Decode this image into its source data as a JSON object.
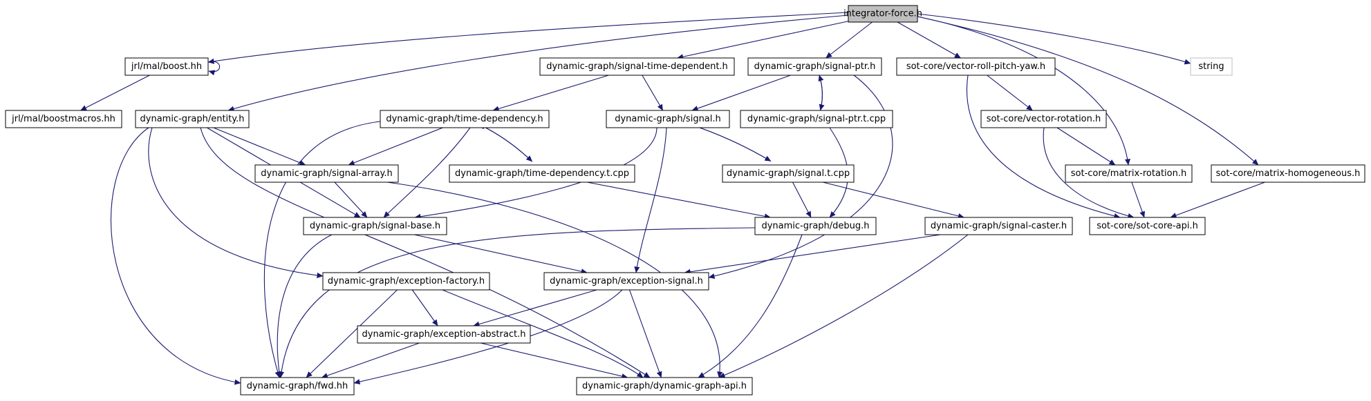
{
  "graph": {
    "edge_color": "#191970",
    "root_fill": "#bfbfbf",
    "nodes": [
      {
        "id": "integrator-force",
        "label": "integrator-force.h",
        "role": "root"
      },
      {
        "id": "jrl-boost",
        "label": "jrl/mal/boost.hh"
      },
      {
        "id": "jrl-boostmacros",
        "label": "jrl/mal/boostmacros.hh"
      },
      {
        "id": "entity",
        "label": "dynamic-graph/entity.h"
      },
      {
        "id": "signal-time-dependent",
        "label": "dynamic-graph/signal-time-dependent.h"
      },
      {
        "id": "signal-ptr",
        "label": "dynamic-graph/signal-ptr.h"
      },
      {
        "id": "vector-rpy",
        "label": "sot-core/vector-roll-pitch-yaw.h"
      },
      {
        "id": "string",
        "label": "string",
        "role": "external"
      },
      {
        "id": "time-dependency",
        "label": "dynamic-graph/time-dependency.h"
      },
      {
        "id": "signal",
        "label": "dynamic-graph/signal.h"
      },
      {
        "id": "signal-ptr-t",
        "label": "dynamic-graph/signal-ptr.t.cpp"
      },
      {
        "id": "vector-rotation",
        "label": "sot-core/vector-rotation.h"
      },
      {
        "id": "signal-array",
        "label": "dynamic-graph/signal-array.h"
      },
      {
        "id": "time-dependency-t",
        "label": "dynamic-graph/time-dependency.t.cpp"
      },
      {
        "id": "signal-t",
        "label": "dynamic-graph/signal.t.cpp"
      },
      {
        "id": "matrix-rotation",
        "label": "sot-core/matrix-rotation.h"
      },
      {
        "id": "matrix-homogeneous",
        "label": "sot-core/matrix-homogeneous.h"
      },
      {
        "id": "signal-base",
        "label": "dynamic-graph/signal-base.h"
      },
      {
        "id": "debug",
        "label": "dynamic-graph/debug.h"
      },
      {
        "id": "signal-caster",
        "label": "dynamic-graph/signal-caster.h"
      },
      {
        "id": "sot-core-api",
        "label": "sot-core/sot-core-api.h"
      },
      {
        "id": "exception-factory",
        "label": "dynamic-graph/exception-factory.h"
      },
      {
        "id": "exception-signal",
        "label": "dynamic-graph/exception-signal.h"
      },
      {
        "id": "exception-abstract",
        "label": "dynamic-graph/exception-abstract.h"
      },
      {
        "id": "fwd",
        "label": "dynamic-graph/fwd.hh"
      },
      {
        "id": "dg-api",
        "label": "dynamic-graph/dynamic-graph-api.h"
      }
    ],
    "edges": [
      [
        "integrator-force",
        "jrl-boost"
      ],
      [
        "integrator-force",
        "entity"
      ],
      [
        "integrator-force",
        "signal-time-dependent"
      ],
      [
        "integrator-force",
        "signal-ptr"
      ],
      [
        "integrator-force",
        "vector-rpy"
      ],
      [
        "integrator-force",
        "string"
      ],
      [
        "integrator-force",
        "matrix-rotation"
      ],
      [
        "integrator-force",
        "matrix-homogeneous"
      ],
      [
        "jrl-boost",
        "jrl-boost"
      ],
      [
        "jrl-boost",
        "jrl-boostmacros"
      ],
      [
        "entity",
        "signal-array"
      ],
      [
        "entity",
        "signal-base"
      ],
      [
        "entity",
        "exception-factory"
      ],
      [
        "entity",
        "fwd"
      ],
      [
        "entity",
        "dg-api"
      ],
      [
        "signal-time-dependent",
        "time-dependency"
      ],
      [
        "signal-time-dependent",
        "signal"
      ],
      [
        "signal-ptr",
        "signal"
      ],
      [
        "signal-ptr",
        "signal-ptr-t"
      ],
      [
        "signal-ptr",
        "exception-signal"
      ],
      [
        "signal-ptr-t",
        "signal-ptr"
      ],
      [
        "signal-ptr-t",
        "debug"
      ],
      [
        "time-dependency",
        "signal-array"
      ],
      [
        "time-dependency",
        "signal-base"
      ],
      [
        "time-dependency",
        "time-dependency-t"
      ],
      [
        "time-dependency",
        "fwd"
      ],
      [
        "time-dependency-t",
        "time-dependency"
      ],
      [
        "time-dependency-t",
        "debug"
      ],
      [
        "signal",
        "signal-base"
      ],
      [
        "signal",
        "signal-t"
      ],
      [
        "signal",
        "exception-signal"
      ],
      [
        "signal-t",
        "signal"
      ],
      [
        "signal-t",
        "debug"
      ],
      [
        "signal-t",
        "signal-caster"
      ],
      [
        "signal-array",
        "signal-base"
      ],
      [
        "signal-array",
        "dg-api"
      ],
      [
        "signal-base",
        "exception-signal"
      ],
      [
        "signal-base",
        "fwd"
      ],
      [
        "debug",
        "fwd"
      ],
      [
        "debug",
        "dg-api"
      ],
      [
        "signal-caster",
        "exception-signal"
      ],
      [
        "signal-caster",
        "dg-api"
      ],
      [
        "vector-rpy",
        "vector-rotation"
      ],
      [
        "vector-rpy",
        "sot-core-api"
      ],
      [
        "vector-rotation",
        "matrix-rotation"
      ],
      [
        "vector-rotation",
        "sot-core-api"
      ],
      [
        "matrix-rotation",
        "sot-core-api"
      ],
      [
        "matrix-homogeneous",
        "sot-core-api"
      ],
      [
        "exception-factory",
        "exception-abstract"
      ],
      [
        "exception-factory",
        "fwd"
      ],
      [
        "exception-factory",
        "dg-api"
      ],
      [
        "exception-signal",
        "exception-abstract"
      ],
      [
        "exception-signal",
        "fwd"
      ],
      [
        "exception-signal",
        "dg-api"
      ],
      [
        "exception-abstract",
        "fwd"
      ],
      [
        "exception-abstract",
        "dg-api"
      ]
    ]
  }
}
